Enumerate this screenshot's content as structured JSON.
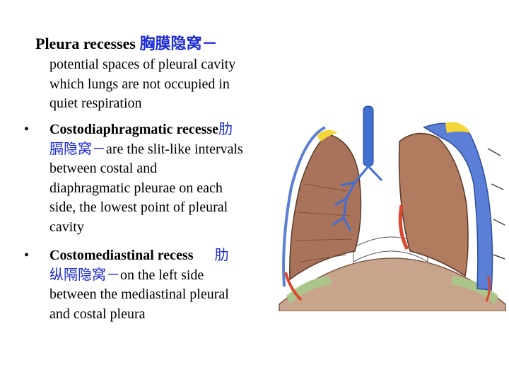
{
  "slide": {
    "title_en": "Pleura recesses ",
    "title_cn": "胸膜隐窝－",
    "intro": [
      "potential spaces of pleural cavity",
      "which lungs are not occupied in",
      "quiet respiration"
    ],
    "bullet_glyph": "•",
    "bullets": [
      {
        "term": "Costodiaphragmatic recesse",
        "cn_inline": "肋",
        "cn_next": "膈隐窝－",
        "rest_first": "are the slit-like intervals",
        "lines": [
          "between costal and",
          "diaphragmatic pleurae on each",
          "side, the lowest point of pleural",
          "cavity"
        ]
      },
      {
        "term": "Costomediastinal recess",
        "cn_inline": "肋",
        "cn_next": "纵隔隐窝－",
        "rest_first": "on the left side",
        "lines": [
          "between the mediastinal pleural",
          "and costal pleura"
        ]
      }
    ]
  },
  "figure": {
    "subject": "pleural recesses anatomical illustration",
    "colors": {
      "pleura_blue": "#5b7fd6",
      "lung_brown": "#a8735a",
      "diaphragm_tan": "#c9a48d",
      "recess_red": "#d9472e",
      "apex_yellow": "#f4d63a",
      "diaphragm_green": "#a8c98a",
      "trachea_blue": "#3f6fd0"
    }
  }
}
